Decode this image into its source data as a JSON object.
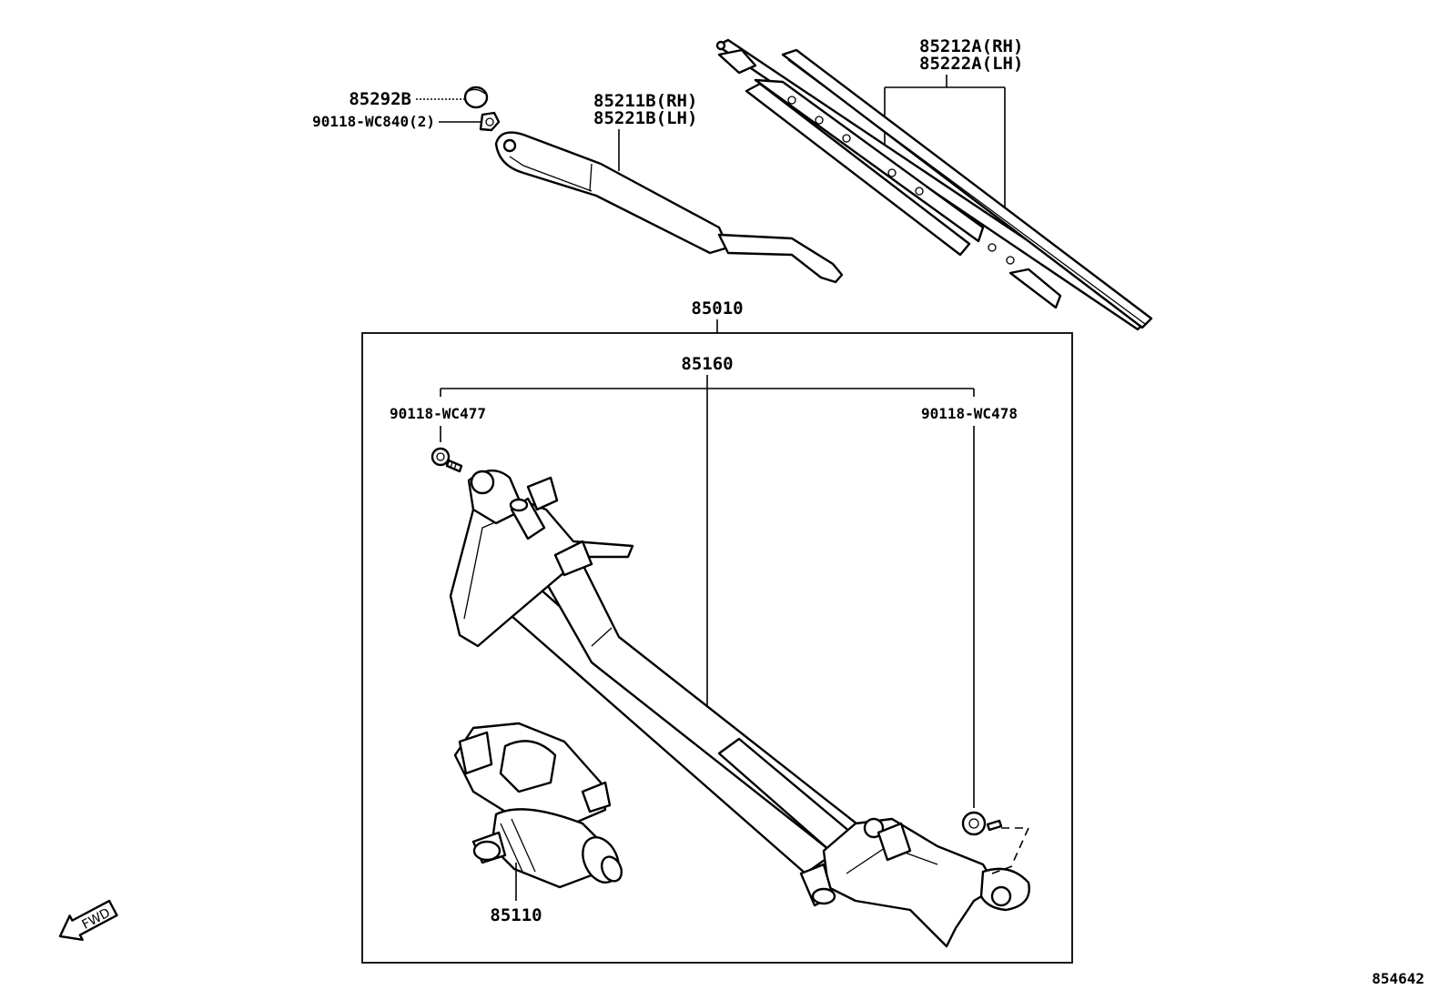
{
  "labels": {
    "blade_rh": "85212A(RH)",
    "blade_lh": "85222A(LH)",
    "arm_rh": "85211B(RH)",
    "arm_lh": "85221B(LH)",
    "cap": "85292B",
    "nut": "90118-WC840(2)",
    "assembly": "85010",
    "link": "85160",
    "bolt_left": "90118-WC477",
    "bolt_right": "90118-WC478",
    "motor": "85110",
    "fwd": "FWD",
    "diagram_id": "854642"
  }
}
